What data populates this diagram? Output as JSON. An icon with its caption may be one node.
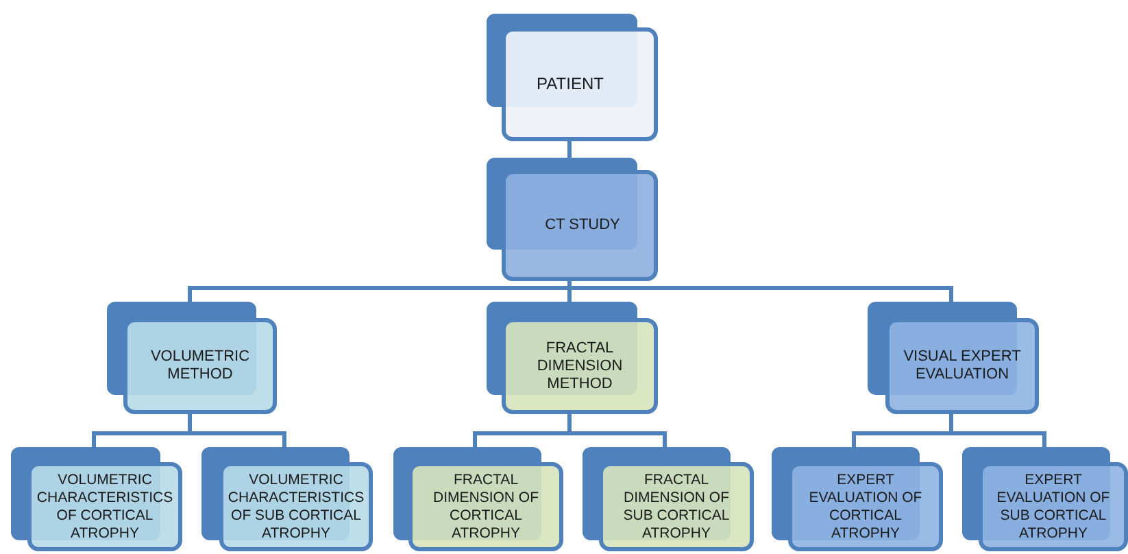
{
  "diagram": {
    "nodes": [
      {
        "text": [
          "PATIENT"
        ]
      },
      {
        "text": [
          "CT STUDY"
        ]
      },
      {
        "text": [
          "VOLUMETRIC METHOD"
        ]
      },
      {
        "text": [
          "FRACTAL DIMENSION METHOD"
        ]
      },
      {
        "text": [
          "VISUAL EXPERT EVALUATION"
        ]
      },
      {
        "text": [
          "VOLUMETRIC CHARACTERISTICS OF CORTICAL ATROPHY"
        ]
      },
      {
        "text": [
          "VOLUMETRIC CHARACTERISTICS OF SUB CORTICAL ATROPHY"
        ]
      },
      {
        "text": [
          "FRACTAL DIMENSION OF CORTICAL ATROPHY"
        ]
      },
      {
        "text": [
          "FRACTAL DIMENSION OF SUB CORTICAL ATROPHY"
        ]
      },
      {
        "text": [
          "EXPERT EVALUATION OF CORTICAL ATROPHY"
        ]
      },
      {
        "text": [
          "EXPERT EVALUATION OF SUB CORTICAL ATROPHY"
        ]
      }
    ],
    "edges": [
      {
        "from": 0,
        "to": 1,
        "arrow": "none"
      },
      {
        "from": 1,
        "to": 2,
        "arrow": "none"
      },
      {
        "from": 1,
        "to": 3,
        "arrow": "none"
      },
      {
        "from": 1,
        "to": 4,
        "arrow": "none"
      },
      {
        "from": 2,
        "to": 5,
        "arrow": "none"
      },
      {
        "from": 2,
        "to": 6,
        "arrow": "none"
      },
      {
        "from": 3,
        "to": 7,
        "arrow": "none"
      },
      {
        "from": 3,
        "to": 8,
        "arrow": "none"
      },
      {
        "from": 4,
        "to": 9,
        "arrow": "none"
      },
      {
        "from": 4,
        "to": 10,
        "arrow": "none"
      }
    ]
  }
}
